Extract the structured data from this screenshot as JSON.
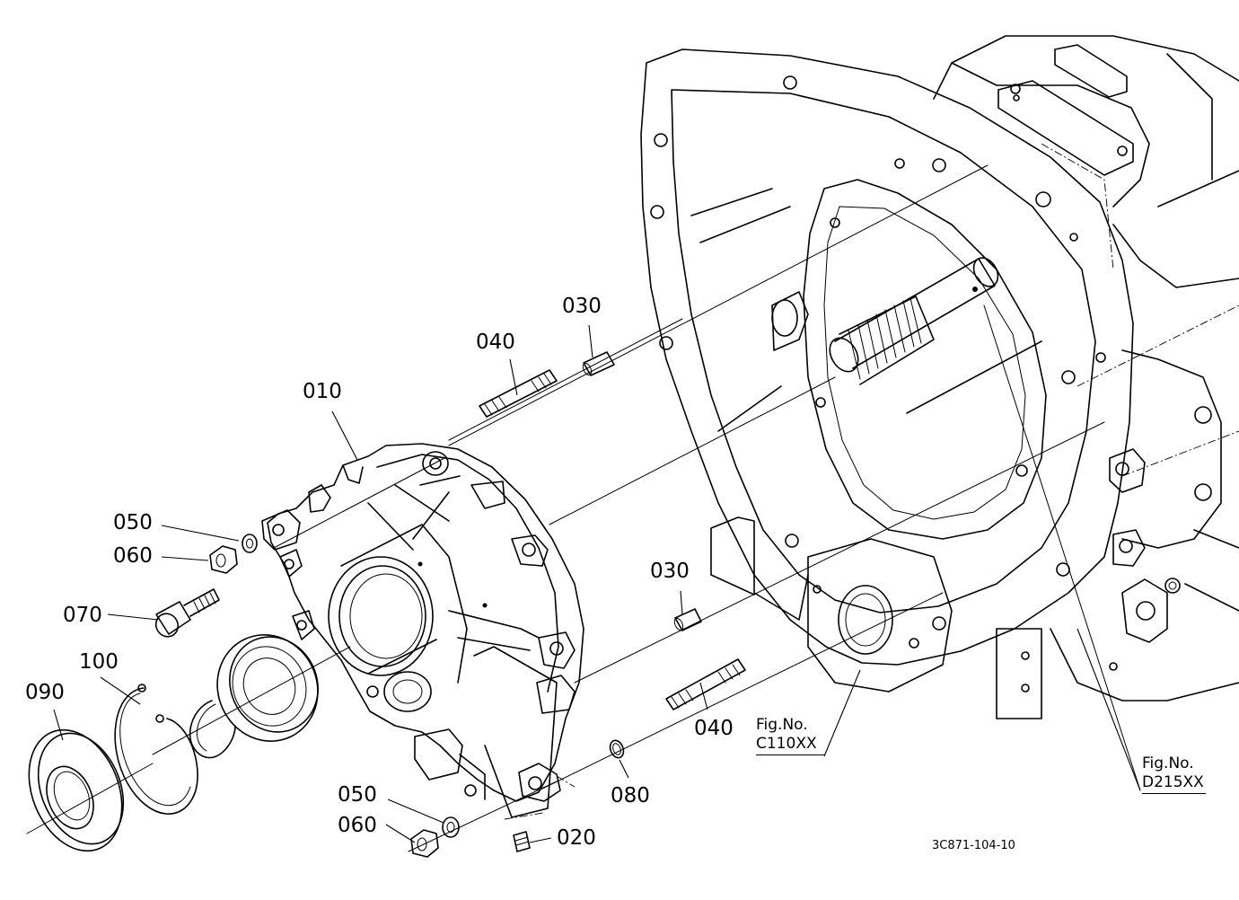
{
  "labels": {
    "p010": "010",
    "p020": "020",
    "p030_top": "030",
    "p030_mid": "030",
    "p040_top": "040",
    "p040_bot": "040",
    "p050_top": "050",
    "p050_bot": "050",
    "p060_top": "060",
    "p060_bot": "060",
    "p070": "070",
    "p080": "080",
    "p090": "090",
    "p100": "100"
  },
  "fig_refs": {
    "c110": {
      "line1": "Fig.No.",
      "line2": "C110XX"
    },
    "d215": {
      "line1": "Fig.No.",
      "line2": "D215XX"
    }
  },
  "diagram_code": "3C871-104-10"
}
